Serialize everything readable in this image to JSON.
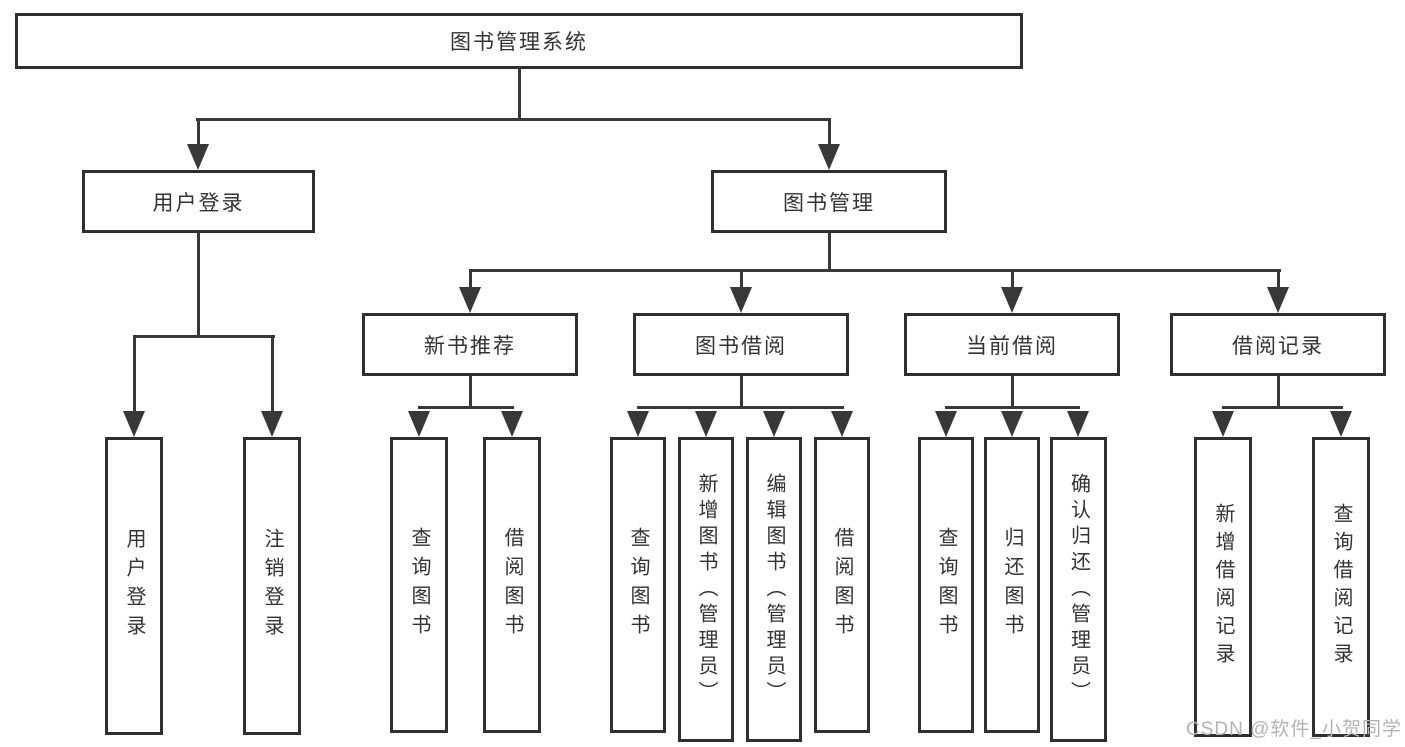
{
  "diagram": {
    "root": {
      "label": "图书管理系统"
    },
    "level2": [
      {
        "label": "用户登录",
        "children": [
          {
            "label": "用户登录"
          },
          {
            "label": "注销登录"
          }
        ]
      },
      {
        "label": "图书管理",
        "children": [
          {
            "label": "新书推荐",
            "children": [
              {
                "label": "查询图书"
              },
              {
                "label": "借阅图书"
              }
            ]
          },
          {
            "label": "图书借阅",
            "children": [
              {
                "label": "查询图书"
              },
              {
                "label": "新增图书（管理员）"
              },
              {
                "label": "编辑图书（管理员）"
              },
              {
                "label": "借阅图书"
              }
            ]
          },
          {
            "label": "当前借阅",
            "children": [
              {
                "label": "查询图书"
              },
              {
                "label": "归还图书"
              },
              {
                "label": "确认归还（管理员）"
              }
            ]
          },
          {
            "label": "借阅记录",
            "children": [
              {
                "label": "新增借阅记录"
              },
              {
                "label": "查询借阅记录"
              }
            ]
          }
        ]
      }
    ]
  },
  "watermark": {
    "text": "CSDN @软件_小贺同学"
  },
  "colors": {
    "line": "#383838",
    "box_border": "#2f2f2f",
    "text": "#333333",
    "watermark": "#b3b3b3",
    "background": "#ffffff"
  }
}
